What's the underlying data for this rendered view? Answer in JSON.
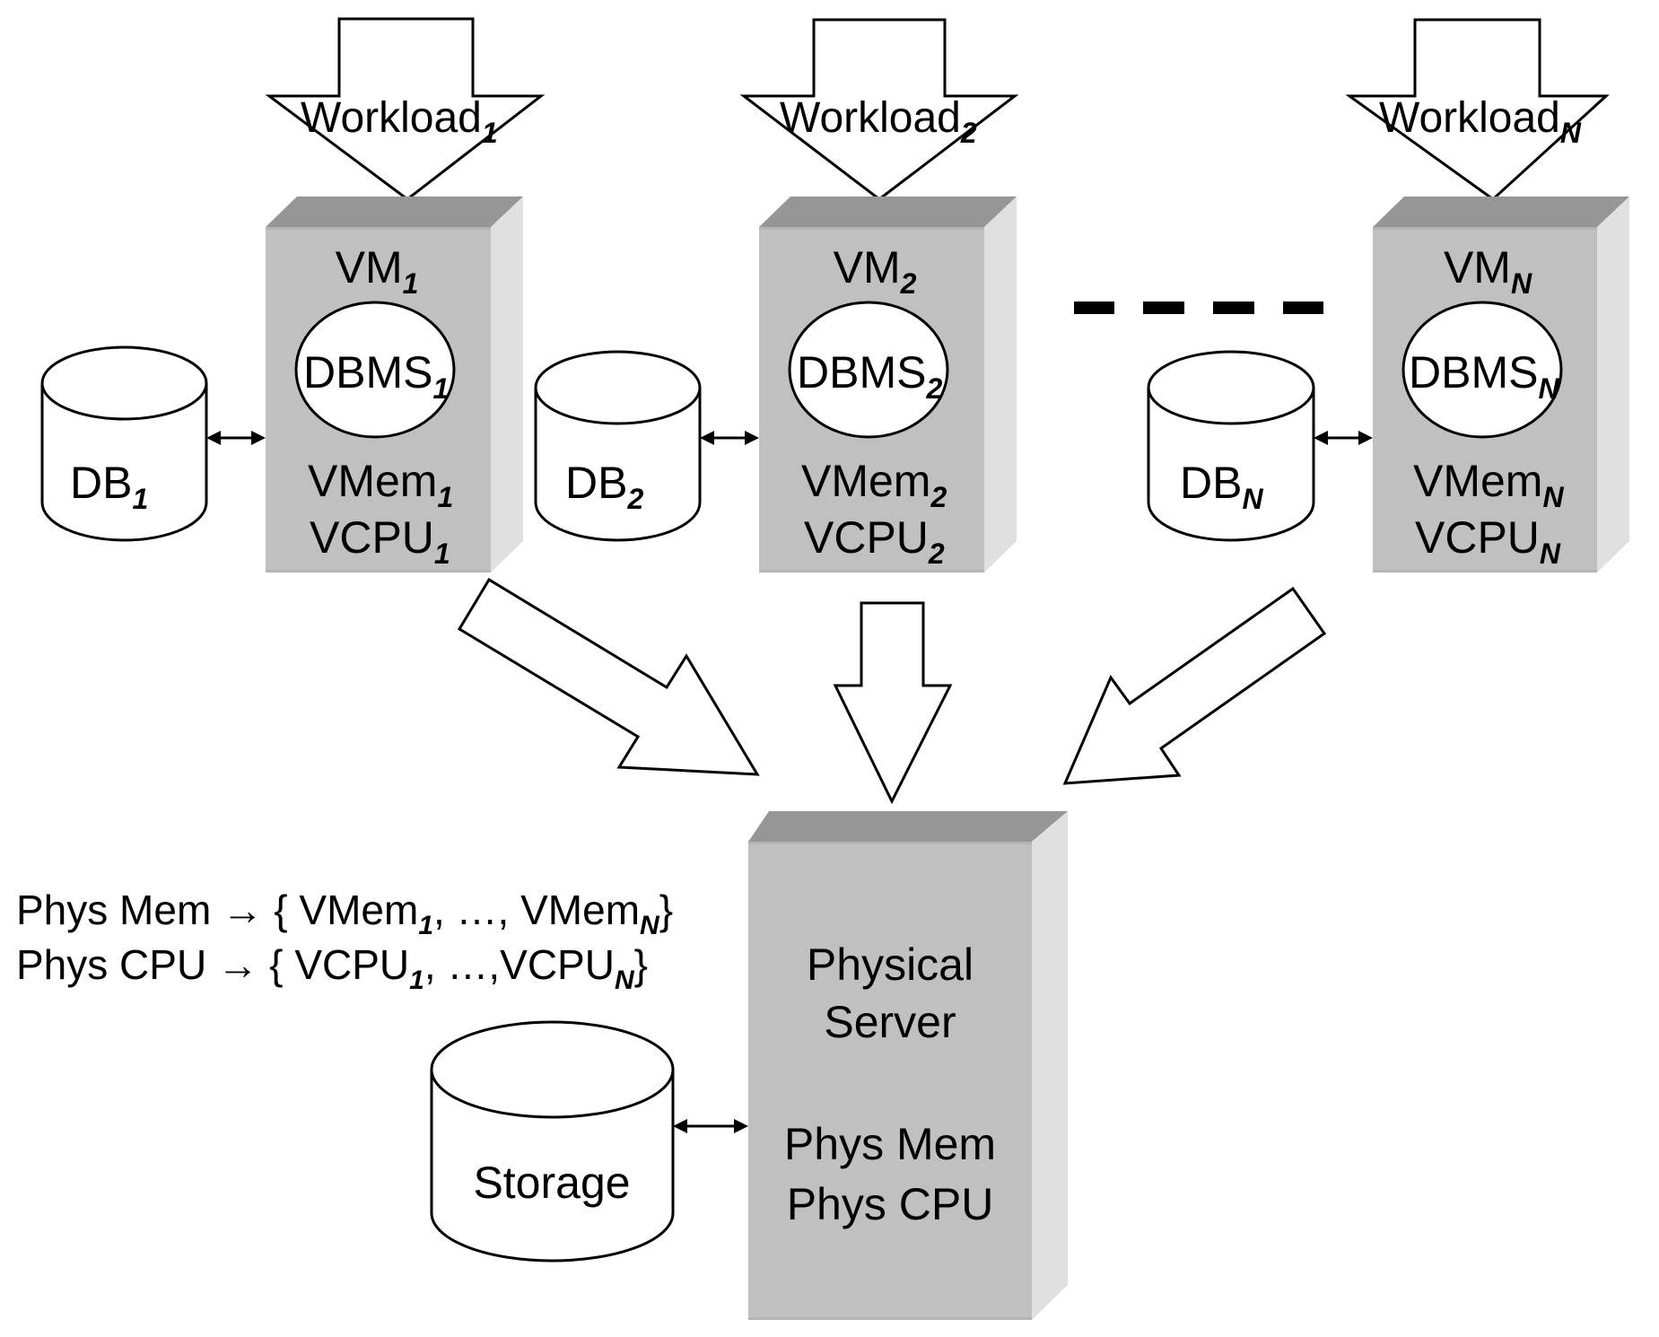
{
  "diagram": {
    "title": "Virtualized database servers consolidated on one physical server",
    "colors": {
      "box_front": "#c0c0c0",
      "box_top": "#969696",
      "box_side": "#e0e0e0",
      "outline": "#000000",
      "fill": "#ffffff"
    },
    "vms": [
      {
        "workload": {
          "label": "Workload",
          "sub": "1"
        },
        "vm": {
          "label": "VM",
          "sub": "1"
        },
        "dbms": {
          "label": "DBMS",
          "sub": "1"
        },
        "vmem": {
          "label": "VMem",
          "sub": "1"
        },
        "vcpu": {
          "label": "VCPU",
          "sub": "1"
        },
        "db": {
          "label": "DB",
          "sub": "1"
        }
      },
      {
        "workload": {
          "label": "Workload",
          "sub": "2"
        },
        "vm": {
          "label": "VM",
          "sub": "2"
        },
        "dbms": {
          "label": "DBMS",
          "sub": "2"
        },
        "vmem": {
          "label": "VMem",
          "sub": "2"
        },
        "vcpu": {
          "label": "VCPU",
          "sub": "2"
        },
        "db": {
          "label": "DB",
          "sub": "2"
        }
      },
      {
        "workload": {
          "label": "Workload",
          "sub": "N"
        },
        "vm": {
          "label": "VM",
          "sub": "N"
        },
        "dbms": {
          "label": "DBMS",
          "sub": "N"
        },
        "vmem": {
          "label": "VMem",
          "sub": "N"
        },
        "vcpu": {
          "label": "VCPU",
          "sub": "N"
        },
        "db": {
          "label": "DB",
          "sub": "N"
        }
      }
    ],
    "ellipsis": "dashed separator (more VMs)",
    "physical_server": {
      "line1": "Physical",
      "line2": "Server",
      "line3": "Phys Mem",
      "line4": "Phys CPU"
    },
    "storage": {
      "label": "Storage"
    },
    "mapping": {
      "mem": {
        "lhs": "Phys Mem",
        "arrow": "→",
        "open": "{ VMem",
        "first_sub": "1",
        "middle": ", …, VMem",
        "last_sub": "N",
        "close": "}"
      },
      "cpu": {
        "lhs": "Phys CPU",
        "arrow": "→",
        "open": "{ VCPU",
        "first_sub": "1",
        "middle": ", …,VCPU",
        "last_sub": "N",
        "close": "}"
      }
    }
  }
}
